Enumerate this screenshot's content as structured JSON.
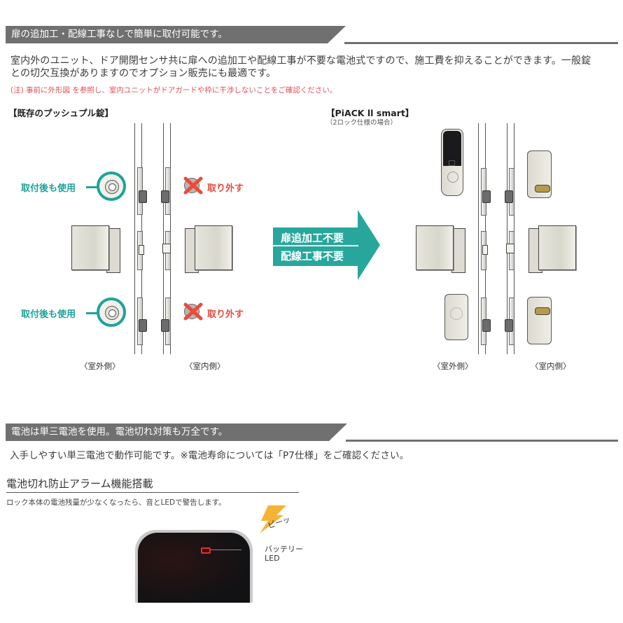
{
  "section1": {
    "header": "扉の追加工・配線工事なしで簡単に取付可能です。",
    "body_line1": "室内外のユニット、ドア開閉センサ共に扉への追加工や配線工事が不要な電池式ですので、施工費を抑えることができます。一般錠",
    "body_line2": "との切欠互換がありますのでオプション販売にも最適です。",
    "note": "(注) 事前に外形図  を参照し、室内ユニットがドアガードや枠に干渉しないことをご確認ください。",
    "existing": {
      "title": "【既存のプッシュプル錠】",
      "keep_label_top": "取付後も使用",
      "keep_label_bottom": "取付後も使用",
      "remove_label_top": "取り外す",
      "remove_label_bottom": "取り外す",
      "outside_label": "〈室外側〉",
      "inside_label": "〈室内側〉"
    },
    "arrow": {
      "line1": "扉追加工不要",
      "line2": "配線工事不要"
    },
    "new_product": {
      "title": "【PiACK ll smart】",
      "subtitle": "（2ロック仕様の場合）",
      "outside_label": "〈室外側〉",
      "inside_label": "〈室内側〉"
    }
  },
  "section2": {
    "header": "電池は単三電池を使用。電池切れ対策も万全です。",
    "body": "入手しやすい単三電池で動作可能です。※電池寿命については「P7仕様」をご確認ください。",
    "subheading": "電池切れ防止アラーム機能搭載",
    "subtext": "ロック本体の電池残量が少なくなったら、音とLEDで警告します。",
    "sound_label": "ピーッ",
    "led_label_line1": "バッテリー",
    "led_label_line2": "LED"
  },
  "colors": {
    "header_gray": "#707070",
    "teal": "#1ea39a",
    "arrow_teal": "#27a79c",
    "red": "#ea4b3c",
    "note_red": "#e0505a",
    "bolt_orange": "#f5b335"
  }
}
